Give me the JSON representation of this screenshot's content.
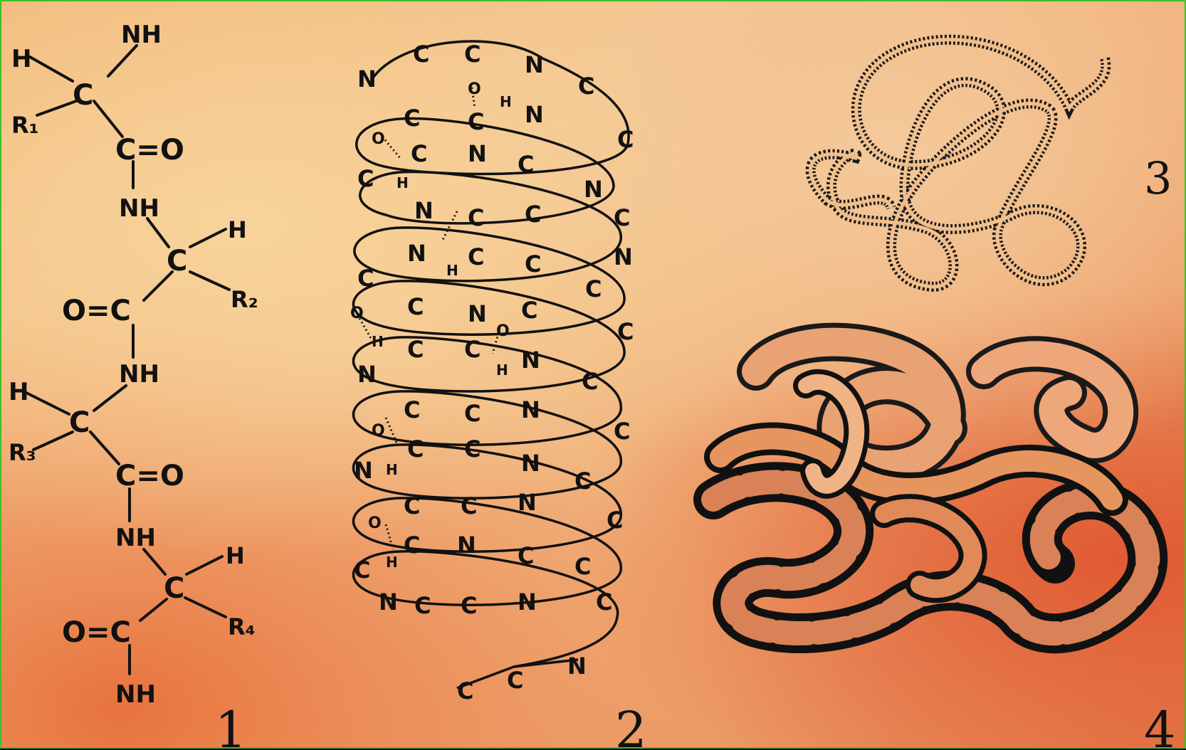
{
  "figure": {
    "panel_labels": [
      "1",
      "2",
      "3",
      "4"
    ],
    "panel1_atoms": {
      "nh_top": "NH",
      "h1": "H",
      "c1": "C",
      "r1": "R₁",
      "c_o1": "C=O",
      "nh2": "NH",
      "c2": "C",
      "h2": "H",
      "r2": "R₂",
      "oc2": "O=C",
      "nh3": "NH",
      "h3": "H",
      "c3": "C",
      "r3": "R₃",
      "c_o3": "C=O",
      "nh4": "NH",
      "c4": "C",
      "h4": "H",
      "r4": "R₄",
      "oc4": "O=C",
      "nh_bottom": "NH"
    },
    "panel2_atoms": {
      "atom_c": "C",
      "atom_n": "N",
      "atom_o": "O",
      "atom_h": "H"
    }
  },
  "colors": {
    "ink": "#111111",
    "frame_border": "#3fbf2a",
    "bg_light": "#f7d39a",
    "bg_dark": "#e05a33"
  }
}
